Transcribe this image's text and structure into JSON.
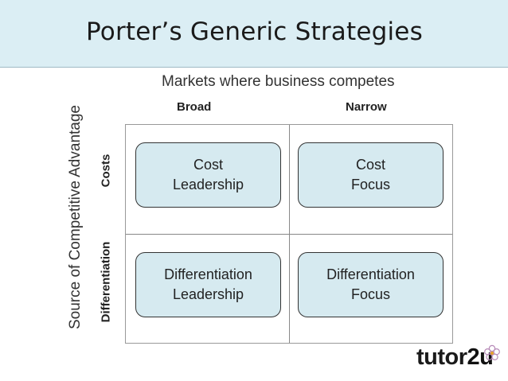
{
  "slide": {
    "title": "Porter’s Generic Strategies"
  },
  "matrix": {
    "top_label": "Markets where business competes",
    "columns": [
      "Broad",
      "Narrow"
    ],
    "side_label": "Source of Competitive Advantage",
    "rows": [
      "Costs",
      "Differentiation"
    ],
    "cells": [
      {
        "line1": "Cost",
        "line2": "Leadership"
      },
      {
        "line1": "Cost",
        "line2": "Focus"
      },
      {
        "line1": "Differentiation",
        "line2": "Leadership"
      },
      {
        "line1": "Differentiation",
        "line2": "Focus"
      }
    ]
  },
  "logo": {
    "text_a": "tutor",
    "text_b": "2u",
    "icon": "flower-icon"
  },
  "colors": {
    "header_bg": "#dbeef4",
    "cell_bg": "#d6eaf0"
  }
}
